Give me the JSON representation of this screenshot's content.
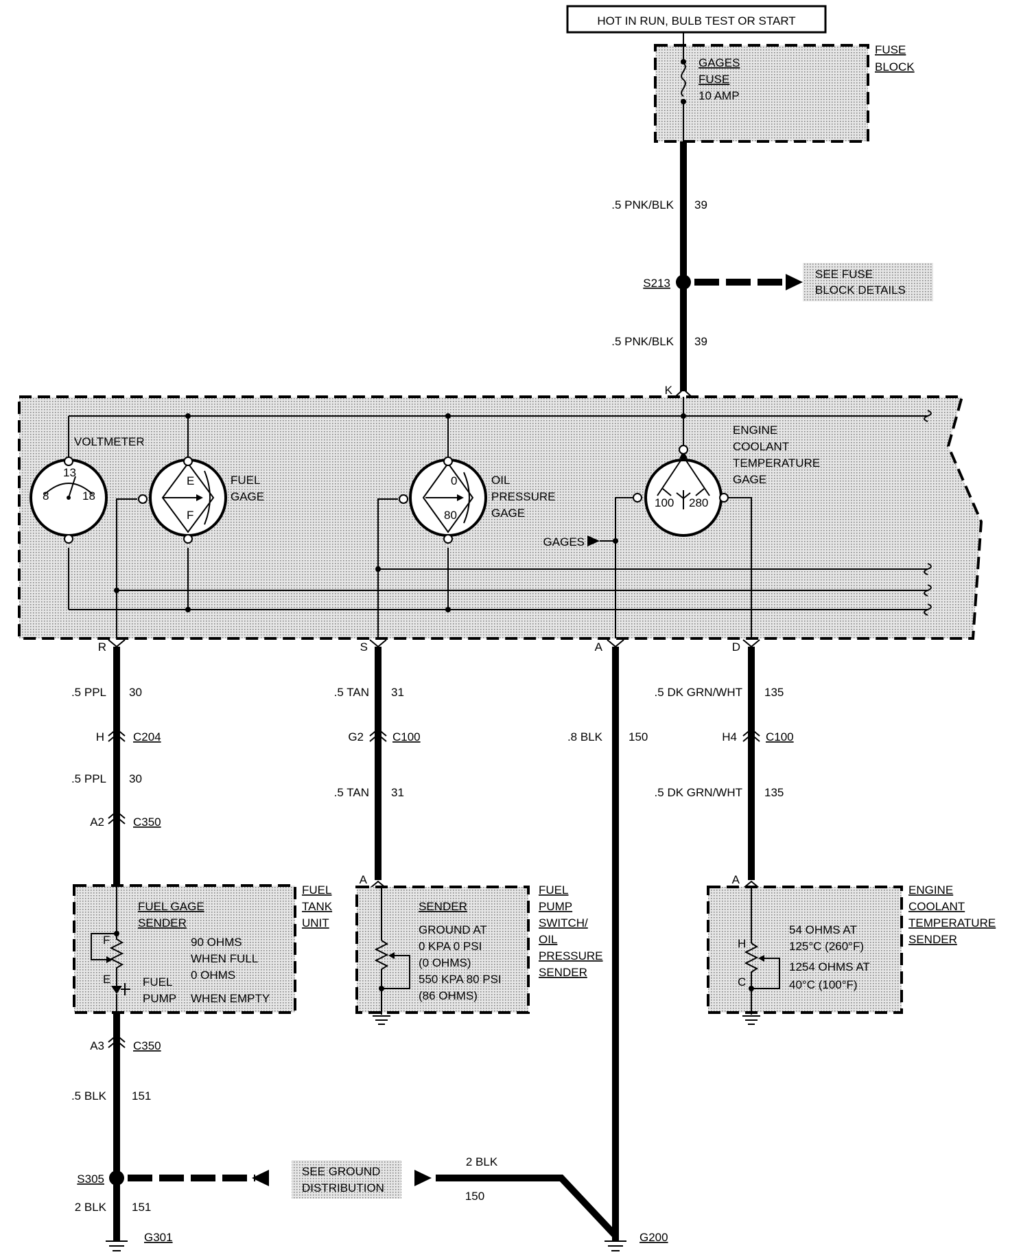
{
  "header": "HOT IN RUN, BULB TEST OR START",
  "fuse_block": {
    "label": [
      "FUSE",
      "BLOCK"
    ],
    "fuse": [
      "GAGES",
      "FUSE",
      "10 AMP"
    ]
  },
  "feed": {
    "wire_upper": ".5 PNK/BLK",
    "circuit_upper": "39",
    "splice": "S213",
    "see_fuse": [
      "SEE FUSE",
      "BLOCK DETAILS"
    ],
    "wire_lower": ".5 PNK/BLK",
    "circuit_lower": "39",
    "pin": "K"
  },
  "cluster": {
    "voltmeter": {
      "label": "VOLTMETER",
      "scale": [
        "8",
        "13",
        "18"
      ]
    },
    "fuel_gage": {
      "label": [
        "FUEL",
        "GAGE"
      ],
      "marks": [
        "E",
        "F"
      ]
    },
    "oil_gage": {
      "label": [
        "OIL",
        "PRESSURE",
        "GAGE"
      ],
      "marks": [
        "0",
        "80"
      ]
    },
    "coolant_gage": {
      "label": [
        "ENGINE",
        "COOLANT",
        "TEMPERATURE",
        "GAGE"
      ],
      "marks": [
        "100",
        "280"
      ]
    },
    "gages_ref": "GAGES",
    "pins": [
      "R",
      "S",
      "A",
      "D"
    ]
  },
  "fuel_circuit": {
    "wire1": ".5 PPL",
    "circuit1": "30",
    "conn1_pin": "H",
    "conn1": "C204",
    "wire2": ".5 PPL",
    "circuit2": "30",
    "conn2_pin": "A2",
    "conn2": "C350",
    "unit_label": [
      "FUEL",
      "TANK",
      "UNIT"
    ],
    "sender_title": [
      "FUEL GAGE",
      "SENDER"
    ],
    "sender_pins": [
      "F",
      "E"
    ],
    "sender_text": [
      "90 OHMS",
      "WHEN FULL",
      "0 OHMS",
      "WHEN EMPTY"
    ],
    "pump": [
      "FUEL",
      "PUMP"
    ],
    "conn3_pin": "A3",
    "conn3": "C350",
    "wire3": ".5 BLK",
    "circuit3": "151",
    "splice": "S305",
    "wire4": "2 BLK",
    "circuit4": "151",
    "ground": "G301"
  },
  "oil_circuit": {
    "wire1": ".5 TAN",
    "circuit1": "31",
    "conn_pin": "G2",
    "conn": "C100",
    "wire2": ".5 TAN",
    "circuit2": "31",
    "pin": "A",
    "sender_title": "SENDER",
    "sender_text": [
      "GROUND AT",
      "0 KPA 0 PSI",
      "(0 OHMS)",
      "550 KPA 80 PSI",
      "(86 OHMS)"
    ],
    "label": [
      "FUEL",
      "PUMP",
      "SWITCH/",
      "OIL",
      "PRESSURE",
      "SENDER"
    ]
  },
  "ground_circuit": {
    "wire": ".8 BLK",
    "circuit": "150",
    "see_ground": [
      "SEE GROUND",
      "DISTRIBUTION"
    ],
    "wire2": "2 BLK",
    "circuit2": "150",
    "ground": "G200"
  },
  "coolant_circuit": {
    "wire1": ".5 DK GRN/WHT",
    "circuit1": "135",
    "conn_pin": "H4",
    "conn": "C100",
    "wire2": ".5 DK GRN/WHT",
    "circuit2": "135",
    "pin": "A",
    "sender_pins": [
      "H",
      "C"
    ],
    "sender_text": [
      "54 OHMS AT",
      "125°C (260°F)",
      "1254 OHMS AT",
      "40°C (100°F)"
    ],
    "label": [
      "ENGINE",
      "COOLANT",
      "TEMPERATURE",
      "SENDER"
    ]
  }
}
